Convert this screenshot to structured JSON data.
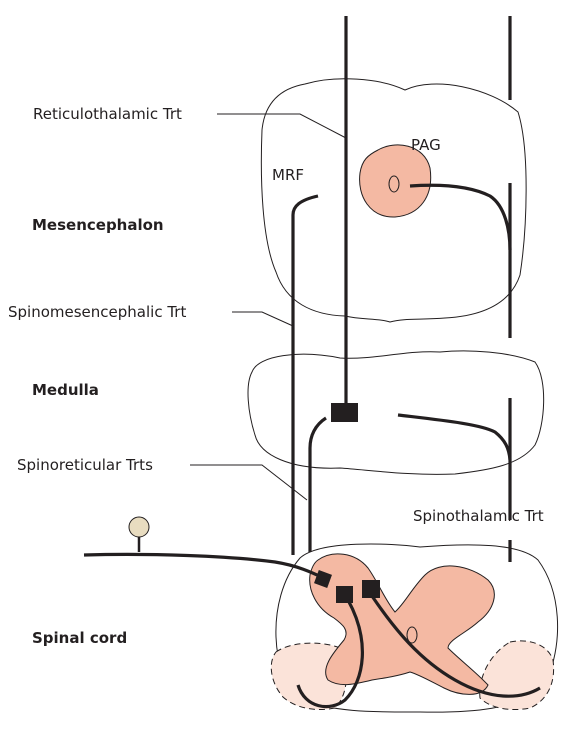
{
  "labels": {
    "reticulothalamic": "Reticulothalamic Trt",
    "pag": "PAG",
    "mrf": "MRF",
    "mesencephalon": "Mesencephalon",
    "spinomesencephalic": "Spinomesencephalic Trt",
    "medulla": "Medulla",
    "spinoreticular": "Spinoreticular Trts",
    "spinothalamic": "Spinothalamic Trt",
    "spinal_cord": "Spinal cord"
  },
  "colors": {
    "line": "#231f20",
    "gray_matter": "#f4b9a3",
    "dorsal_horn_light": "#fbe3d9",
    "pag_fill": "#f4b9a3",
    "ganglion_fill": "#e8dcc0"
  }
}
